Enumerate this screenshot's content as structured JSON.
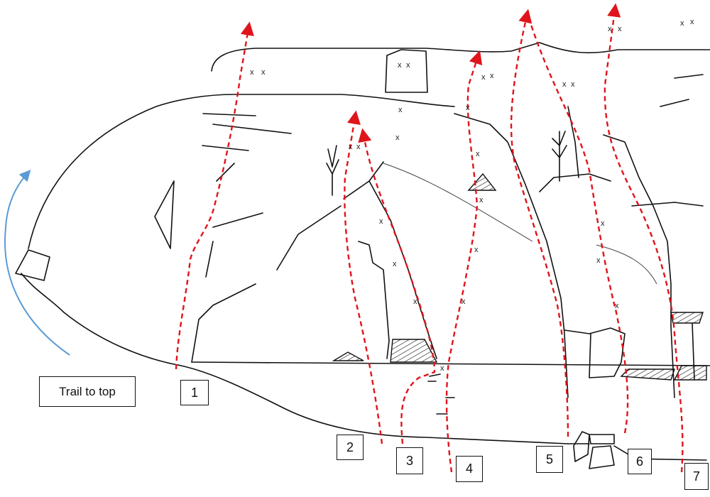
{
  "trail_label": "Trail to top",
  "route_labels": [
    "1",
    "2",
    "3",
    "4",
    "5",
    "6",
    "7"
  ],
  "bolt_mark": "x",
  "colors": {
    "route": "#e0141b",
    "trail": "#5b9bd5",
    "rock": "#111111"
  }
}
